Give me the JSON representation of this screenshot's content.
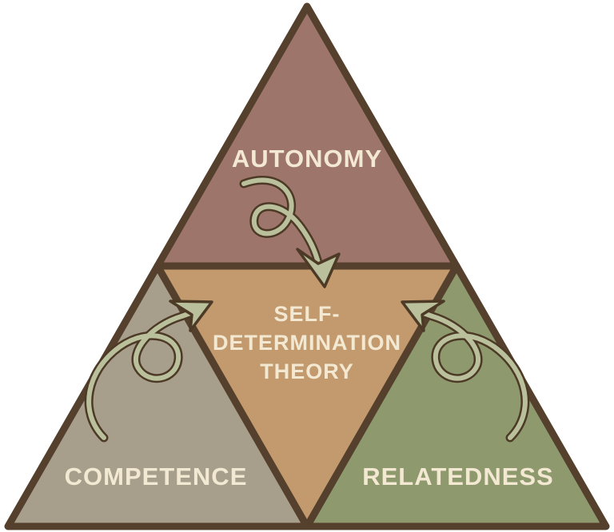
{
  "diagram": {
    "title": "Self-Determination Theory triangle diagram",
    "regions": {
      "autonomy": {
        "label": "AUTONOMY",
        "color": "#9e756b"
      },
      "competence": {
        "label": "COMPETENCE",
        "color": "#a79e8c"
      },
      "relatedness": {
        "label": "RELATEDNESS",
        "color": "#8e996d"
      },
      "center": {
        "label": "SELF-DETERMINATION THEORY",
        "lines": [
          "SELF-",
          "DETERMINATION",
          "THEORY"
        ],
        "color": "#c29a6e"
      }
    },
    "arrows": [
      {
        "name": "autonomy-to-center",
        "direction": "curls down from AUTONOMY into center"
      },
      {
        "name": "competence-to-center",
        "direction": "curls up-right from COMPETENCE into center"
      },
      {
        "name": "relatedness-to-center",
        "direction": "curls up-left from RELATEDNESS into center"
      }
    ]
  },
  "colors": {
    "background": "#ffffff",
    "border": "#54402c",
    "label-text": "#f3e8d2",
    "region-autonomy": "#9e756b",
    "region-competence": "#a79e8c",
    "region-relatedness": "#8e996d",
    "region-center": "#c29a6e",
    "arrow-fill": "#b9c09b",
    "arrow-outline": "#4c3a26"
  }
}
